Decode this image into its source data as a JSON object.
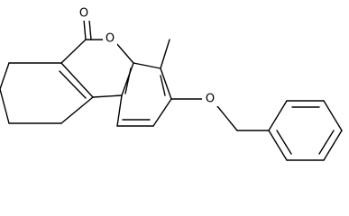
{
  "molecule": {
    "atoms": {
      "carbonyl_oxygen": "O",
      "ring_oxygen": "O",
      "ether_oxygen": "O"
    }
  }
}
